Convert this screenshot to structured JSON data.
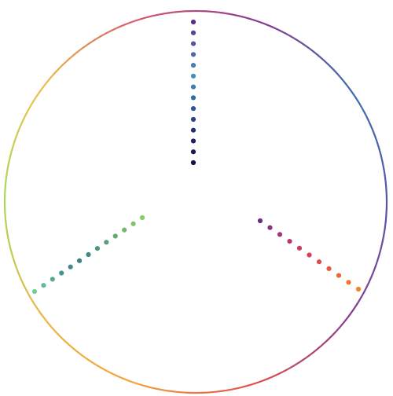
{
  "figure": {
    "ring_colors": [
      "#a8d85b",
      "#f0c04a",
      "#d45a6f",
      "#8b3a8c",
      "#3d6fae",
      "#5a54a6",
      "#8a3d8f",
      "#e0524f",
      "#f6a23b",
      "#e8b84a",
      "#a8d85b"
    ],
    "arms": [
      {
        "name": "top",
        "dot_colors": [
          "#5b2f86",
          "#5b4292",
          "#54579d",
          "#4d6aa7",
          "#4a7db0",
          "#4690b7",
          "#3e7fb2",
          "#356aa6",
          "#2e5596",
          "#284284",
          "#233171",
          "#1e2460",
          "#191b4f",
          "#141542"
        ]
      },
      {
        "name": "lower-right",
        "dot_colors": [
          "#6a2d86",
          "#86307f",
          "#a13478",
          "#b8376f",
          "#cb3a62",
          "#d84255",
          "#e14c47",
          "#e8593b",
          "#ee6733",
          "#f2752e",
          "#f58329"
        ]
      },
      {
        "name": "lower-left",
        "dot_colors": [
          "#88cc6a",
          "#7ec26c",
          "#72b76f",
          "#64ab74",
          "#589f79",
          "#4d947f",
          "#458883",
          "#3f7f86",
          "#3f8a8a",
          "#46978d",
          "#54a88f",
          "#63ba92",
          "#74cc96"
        ]
      }
    ]
  }
}
